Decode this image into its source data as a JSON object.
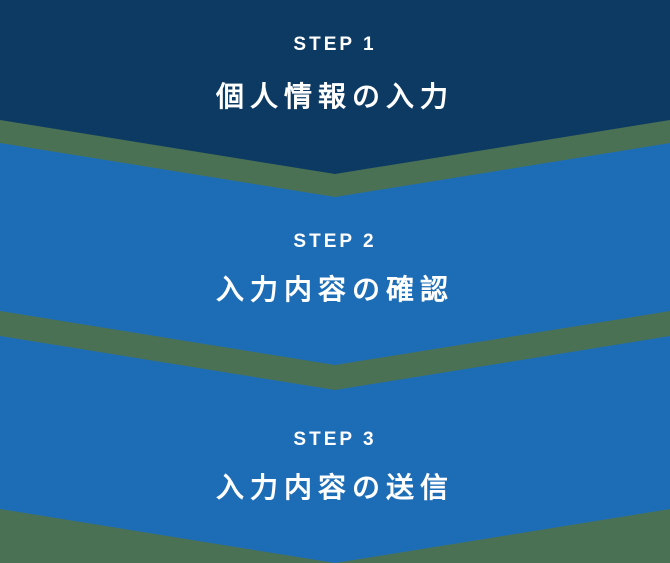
{
  "diagram": {
    "name": "step-flow-diagram",
    "colors": {
      "background_green": "#4B7154",
      "step1_navy": "#0D3A63",
      "step2_blue": "#1D6DB6",
      "step3_blue": "#1D6DB6",
      "text_white": "#FFFFFF"
    },
    "steps": [
      {
        "label": "STEP 1",
        "title": "個人情報の入力"
      },
      {
        "label": "STEP 2",
        "title": "入力内容の確認"
      },
      {
        "label": "STEP 3",
        "title": "入力内容の送信"
      }
    ]
  }
}
